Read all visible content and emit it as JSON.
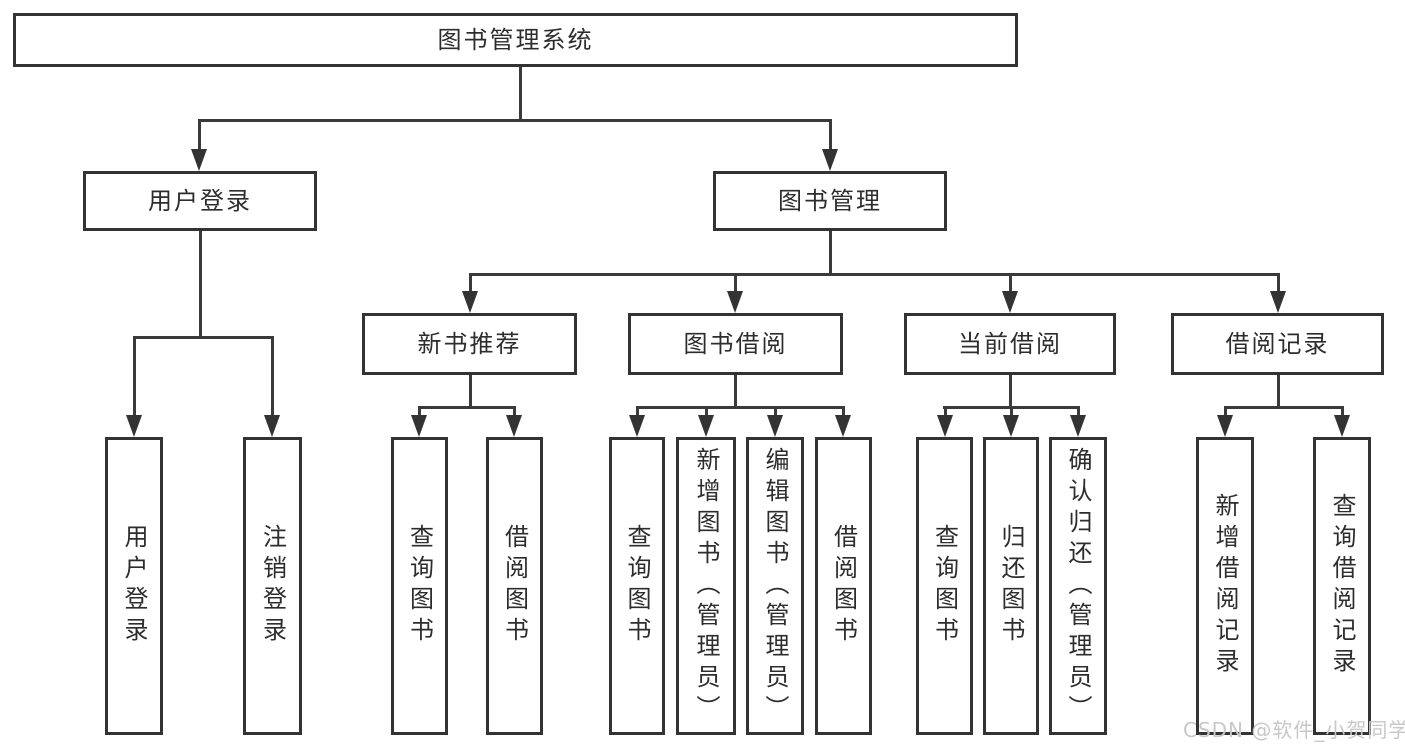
{
  "diagram": {
    "type": "hierarchy-flowchart",
    "colors": {
      "background": "#ffffff",
      "box_border": "#333333",
      "connector_line": "#3a3a3a",
      "text": "#2d2d2d",
      "watermark_text": "#c8c8c8"
    },
    "watermark": "CSDN @软件_小贺同学",
    "nodes": {
      "root": {
        "label": "图书管理系统"
      },
      "user_login_module": {
        "label": "用户登录"
      },
      "book_mgmt": {
        "label": "图书管理"
      },
      "new_book_rec": {
        "label": "新书推荐"
      },
      "book_borrow": {
        "label": "图书借阅"
      },
      "current_borrow": {
        "label": "当前借阅"
      },
      "borrow_records": {
        "label": "借阅记录"
      },
      "user_login": {
        "label": "用户登录"
      },
      "logout_login": {
        "label": "注销登录"
      },
      "nb_query_books": {
        "label": "查询图书"
      },
      "nb_borrow_books": {
        "label": "借阅图书"
      },
      "bb_query_books": {
        "label": "查询图书"
      },
      "bb_add_books": {
        "label": "新增图书（管理员）"
      },
      "bb_edit_books": {
        "label": "编辑图书（管理员）"
      },
      "bb_borrow_books": {
        "label": "借阅图书"
      },
      "cb_query_books": {
        "label": "查询图书"
      },
      "cb_return_books": {
        "label": "归还图书"
      },
      "cb_confirm_return": {
        "label": "确认归还（管理员）"
      },
      "br_add_record": {
        "label": "新增借阅记录"
      },
      "br_query_record": {
        "label": "查询借阅记录"
      }
    },
    "edges": [
      [
        "root",
        "user_login_module"
      ],
      [
        "root",
        "book_mgmt"
      ],
      [
        "user_login_module",
        "user_login"
      ],
      [
        "user_login_module",
        "logout_login"
      ],
      [
        "book_mgmt",
        "new_book_rec"
      ],
      [
        "book_mgmt",
        "book_borrow"
      ],
      [
        "book_mgmt",
        "current_borrow"
      ],
      [
        "book_mgmt",
        "borrow_records"
      ],
      [
        "new_book_rec",
        "nb_query_books"
      ],
      [
        "new_book_rec",
        "nb_borrow_books"
      ],
      [
        "book_borrow",
        "bb_query_books"
      ],
      [
        "book_borrow",
        "bb_add_books"
      ],
      [
        "book_borrow",
        "bb_edit_books"
      ],
      [
        "book_borrow",
        "bb_borrow_books"
      ],
      [
        "current_borrow",
        "cb_query_books"
      ],
      [
        "current_borrow",
        "cb_return_books"
      ],
      [
        "current_borrow",
        "cb_confirm_return"
      ],
      [
        "borrow_records",
        "br_add_record"
      ],
      [
        "borrow_records",
        "br_query_record"
      ]
    ]
  }
}
